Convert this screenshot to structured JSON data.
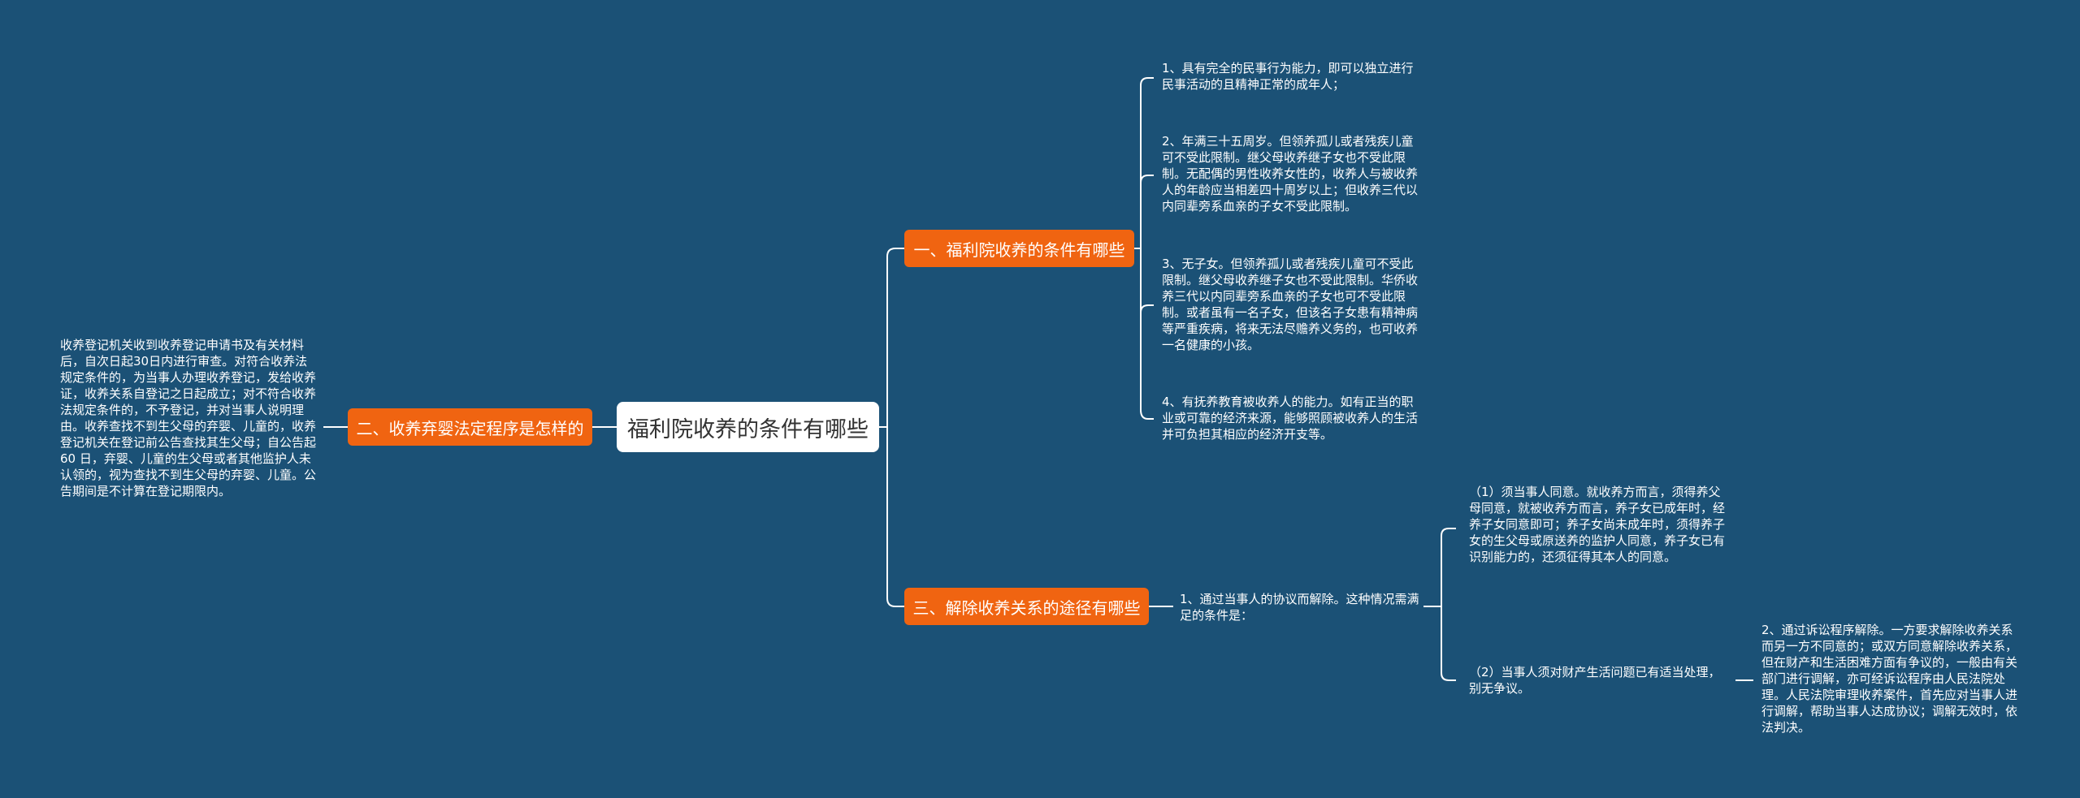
{
  "root": {
    "label": "福利院收养的条件有哪些"
  },
  "branches": {
    "conditions": {
      "label": "一、福利院收养的条件有哪些",
      "items": [
        "1、具有完全的民事行为能力，即可以独立进行民事活动的且精神正常的成年人；",
        "2、年满三十五周岁。但领养孤儿或者残疾儿童可不受此限制。继父母收养继子女也不受此限制。无配偶的男性收养女性的，收养人与被收养人的年龄应当相差四十周岁以上；但收养三代以内同辈旁系血亲的子女不受此限制。",
        "3、无子女。但领养孤儿或者残疾儿童可不受此限制。继父母收养继子女也不受此限制。华侨收养三代以内同辈旁系血亲的子女也可不受此限制。或者虽有一名子女，但该名子女患有精神病等严重疾病，将来无法尽赡养义务的，也可收养一名健康的小孩。",
        "4、有抚养教育被收养人的能力。如有正当的职业或可靠的经济来源，能够照顾被收养人的生活并可负担其相应的经济开支等。"
      ]
    },
    "procedure": {
      "label": "二、收养弃婴法定程序是怎样的",
      "text": "收养登记机关收到收养登记申请书及有关材料后，自次日起30日内进行审查。对符合收养法规定条件的，为当事人办理收养登记，发给收养证，收养关系自登记之日起成立；对不符合收养法规定条件的，不予登记，并对当事人说明理由。收养查找不到生父母的弃婴、儿童的，收养登记机关在登记前公告查找其生父母；自公告起60 日，弃婴、儿童的生父母或者其他监护人未认领的，视为查找不到生父母的弃婴、儿童。公告期间是不计算在登记期限内。"
    },
    "dissolve": {
      "label": "三、解除收养关系的途径有哪些",
      "way1": "1、通过当事人的协议而解除。这种情况需满足的条件是：",
      "cond1": "（1）须当事人同意。就收养方而言，须得养父母同意，就被收养方而言，养子女已成年时，经养子女同意即可；养子女尚未成年时，须得养子女的生父母或原送养的监护人同意，养子女已有识别能力的，还须征得其本人的同意。",
      "cond2": "（2）当事人须对财产生活问题已有适当处理，别无争议。",
      "way2": "2、通过诉讼程序解除。一方要求解除收养关系而另一方不同意的；或双方同意解除收养关系，但在财产和生活困难方面有争议的，一般由有关部门进行调解，亦可经诉讼程序由人民法院处理。人民法院审理收养案件，首先应对当事人进行调解，帮助当事人达成协议；调解无效时，依法判决。"
    }
  },
  "colors": {
    "background": "#1b5176",
    "branch": "#f06411",
    "root_fill": "#ffffff",
    "connector": "#ffffff"
  }
}
